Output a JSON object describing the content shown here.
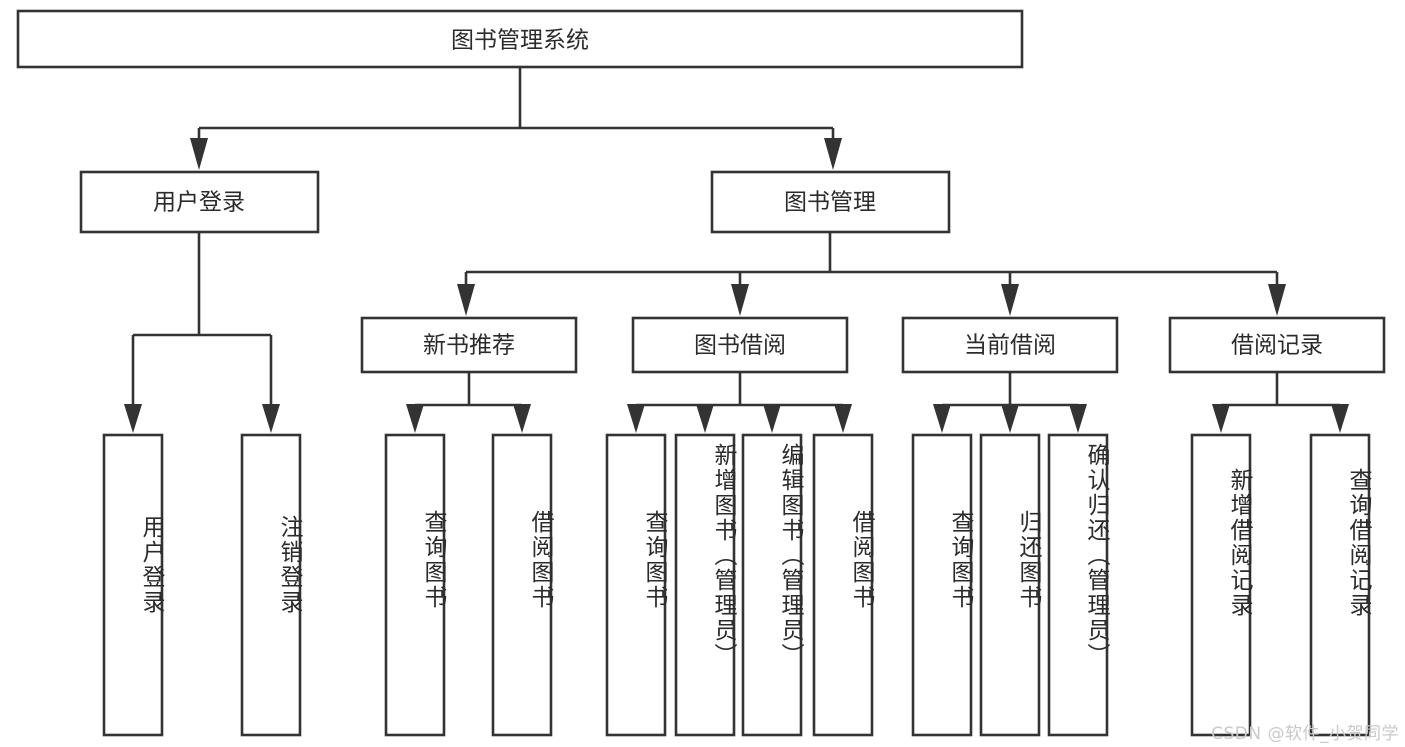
{
  "diagram": {
    "title": "图书管理系统",
    "type": "tree-hierarchy",
    "watermark": "CSDN @软件_小贺同学",
    "colors": {
      "stroke": "#333333",
      "box_fill": "#ffffff",
      "text": "#2b2b2b",
      "background": "#ffffff",
      "watermark": "#c9c9c9"
    },
    "root": {
      "label": "图书管理系统"
    },
    "level2": [
      {
        "label": "用户登录"
      },
      {
        "label": "图书管理"
      }
    ],
    "level3": [
      {
        "label": "新书推荐"
      },
      {
        "label": "图书借阅"
      },
      {
        "label": "当前借阅"
      },
      {
        "label": "借阅记录"
      }
    ],
    "leaves": {
      "user_login": [
        {
          "label": "用户登录"
        },
        {
          "label": "注销登录"
        }
      ],
      "new_book_recommend": [
        {
          "label": "查询图书"
        },
        {
          "label": "借阅图书"
        }
      ],
      "book_borrow": [
        {
          "label": "查询图书"
        },
        {
          "label": "新增图书（管理员）"
        },
        {
          "label": "编辑图书（管理员）"
        },
        {
          "label": "借阅图书"
        }
      ],
      "current_borrow": [
        {
          "label": "查询图书"
        },
        {
          "label": "归还图书"
        },
        {
          "label": "确认归还（管理员）"
        }
      ],
      "borrow_record": [
        {
          "label": "新增借阅记录"
        },
        {
          "label": "查询借阅记录"
        }
      ]
    }
  }
}
